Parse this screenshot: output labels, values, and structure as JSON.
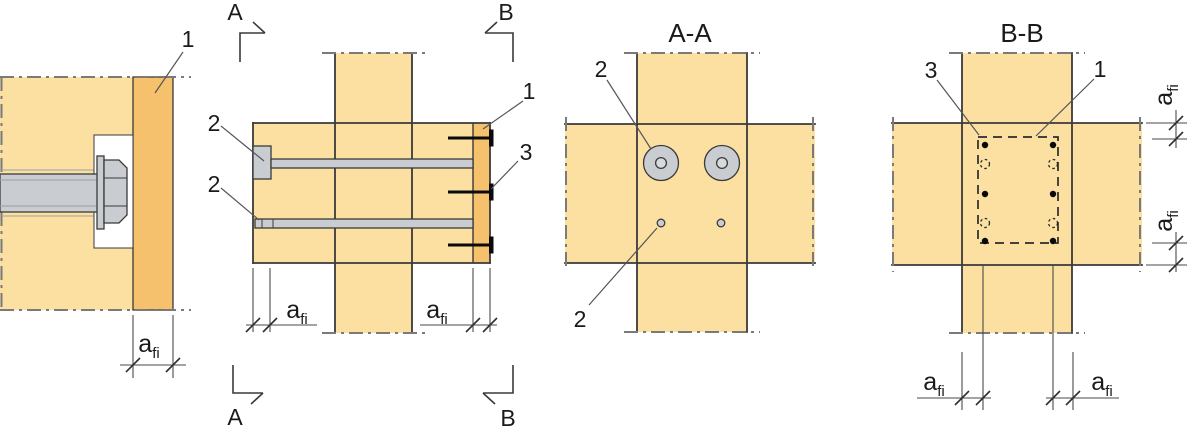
{
  "figure": {
    "callouts": {
      "panel": "1",
      "bolt": "2",
      "fastener": "3"
    },
    "sections": {
      "a": "A",
      "b": "B",
      "title_aa": "A-A",
      "title_bb": "B-B"
    },
    "dim": {
      "base": "a",
      "sub": "fi"
    },
    "colors": {
      "timber": "#FBE0A2",
      "protective_panel": "#F5C16C",
      "steel": "#C9CDD1",
      "steel_light": "#D8DBDE",
      "white": "#FFFFFF",
      "outline": "#3A3A3A",
      "centerline": "#7A7A7A",
      "fastener_ink": "#0A0A0A"
    }
  }
}
